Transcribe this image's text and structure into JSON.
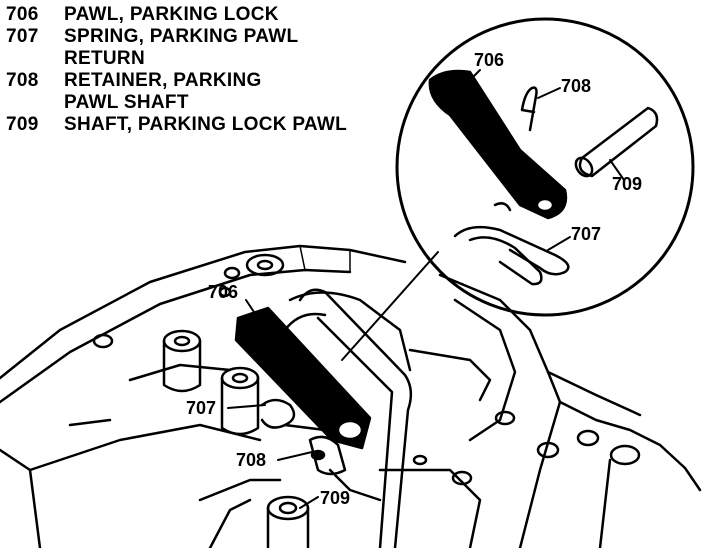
{
  "legend": [
    {
      "number": "706",
      "lines": [
        "PAWL, PARKING LOCK"
      ]
    },
    {
      "number": "707",
      "lines": [
        "SPRING, PARKING PAWL",
        "RETURN"
      ]
    },
    {
      "number": "708",
      "lines": [
        "RETAINER, PARKING",
        "PAWL SHAFT"
      ]
    },
    {
      "number": "709",
      "lines": [
        "SHAFT, PARKING LOCK PAWL"
      ]
    }
  ],
  "callouts": {
    "detail_pawl": "706",
    "detail_retainer": "708",
    "detail_shaft": "709",
    "detail_spring": "707",
    "main_pawl": "706",
    "main_spring": "707",
    "main_retainer": "708",
    "main_shaft": "709"
  }
}
